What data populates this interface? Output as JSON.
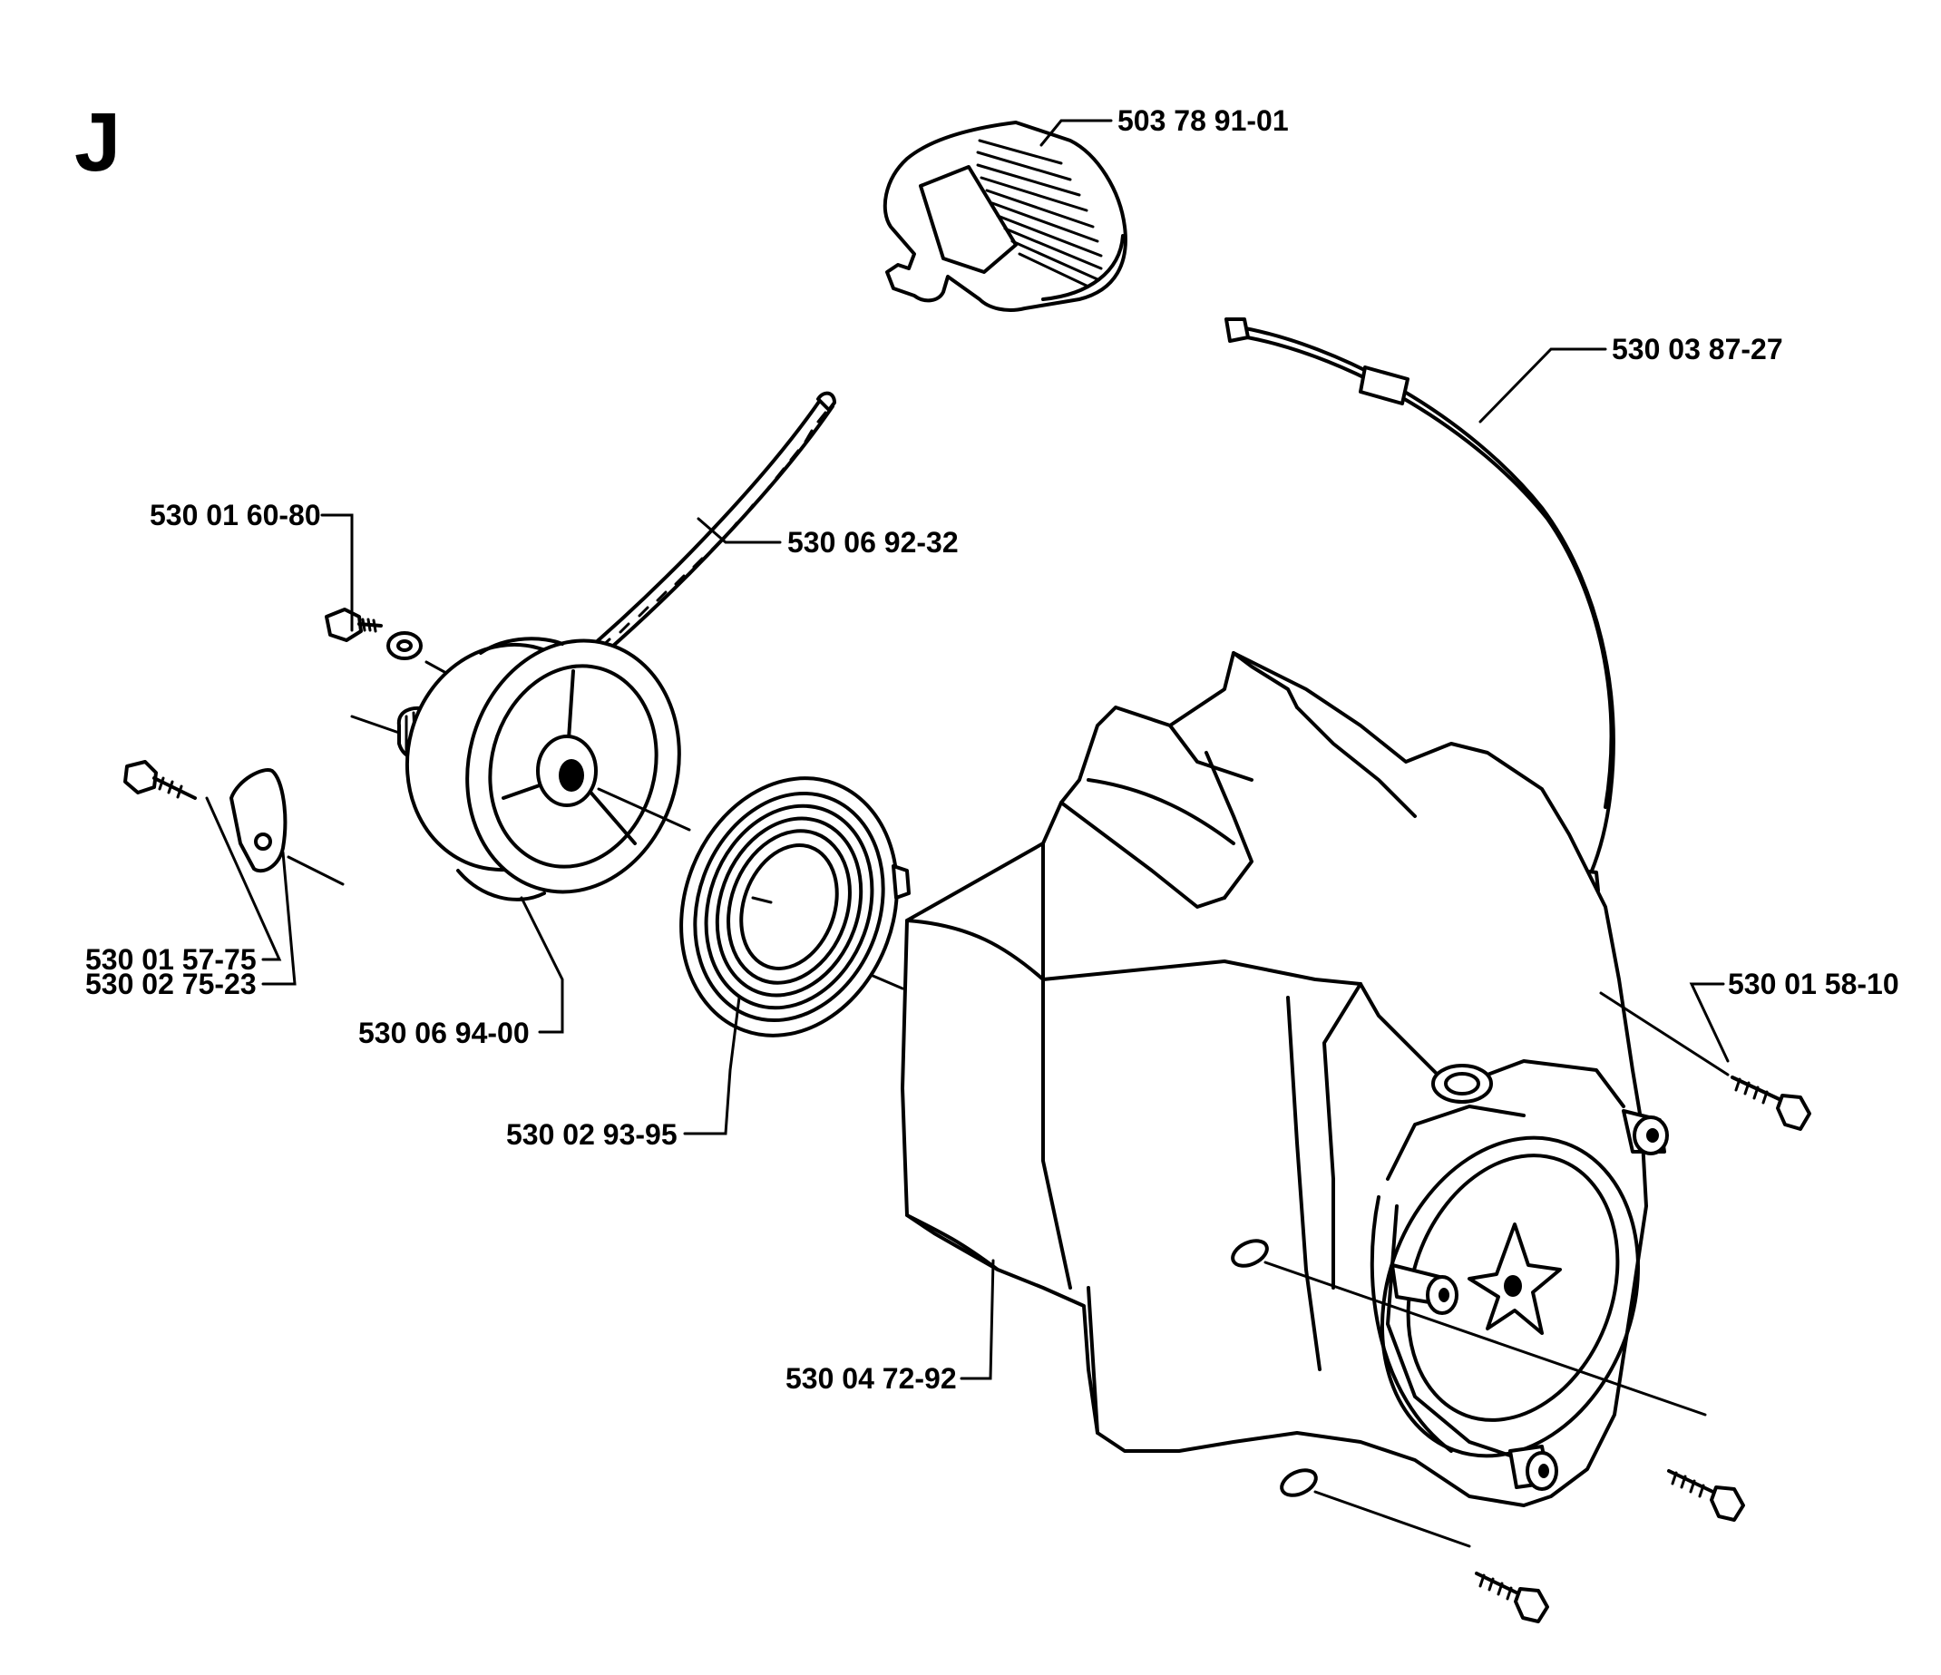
{
  "section_letter": "J",
  "parts": [
    {
      "id": "handle",
      "number": "503 78 91-01"
    },
    {
      "id": "stop-cable",
      "number": "530 03 87-27"
    },
    {
      "id": "starter-rope",
      "number": "530 06 92-32"
    },
    {
      "id": "pulley-screw",
      "number": "530 01 60-80"
    },
    {
      "id": "pawl-screw",
      "number": "530 01 57-75"
    },
    {
      "id": "pawl",
      "number": "530 02 75-23"
    },
    {
      "id": "rope-pulley",
      "number": "530 06 94-00"
    },
    {
      "id": "recoil-spring",
      "number": "530 02 93-95"
    },
    {
      "id": "starter-housing",
      "number": "530 04 72-92"
    },
    {
      "id": "housing-screw",
      "number": "530 01 58-10"
    }
  ]
}
